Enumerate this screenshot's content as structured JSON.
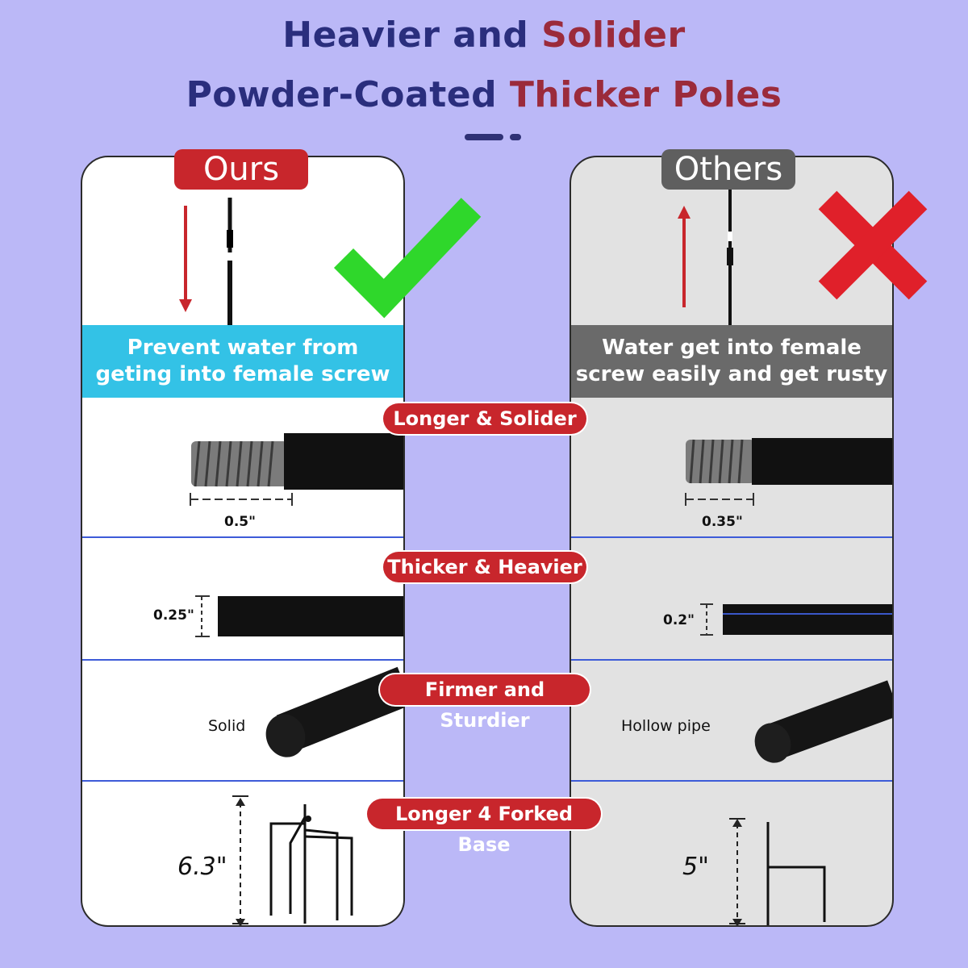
{
  "header": {
    "line1_part1": "Heavier and",
    "line1_part2": "Solider",
    "line2_part1": "Powder-Coated",
    "line2_part2": "Thicker Poles"
  },
  "ours": {
    "tag": "Ours",
    "band_line1": "Prevent water from",
    "band_line2": "geting into female screw",
    "thread_length": "0.5\"",
    "thickness": "0.25\"",
    "core": "Solid",
    "base_height": "6.3\""
  },
  "others": {
    "tag": "Others",
    "band_line1": "Water get into female",
    "band_line2": "screw easily and get rusty",
    "thread_length": "0.35\"",
    "thickness": "0.2\"",
    "core": "Hollow pipe",
    "base_height": "5\""
  },
  "features": [
    "Longer & Solider",
    "Thicker & Heavier",
    "Firmer and Sturdier",
    "Longer 4 Forked Base"
  ],
  "colors": {
    "background": "#bbb8f7",
    "accent_red": "#c8262c",
    "ours_band": "#33c2e6",
    "others_band": "#6a6a6a",
    "check_green": "#2fd72b",
    "cross_red": "#e0202a"
  },
  "icons": {
    "good": "check-mark-icon",
    "bad": "cross-mark-icon"
  }
}
